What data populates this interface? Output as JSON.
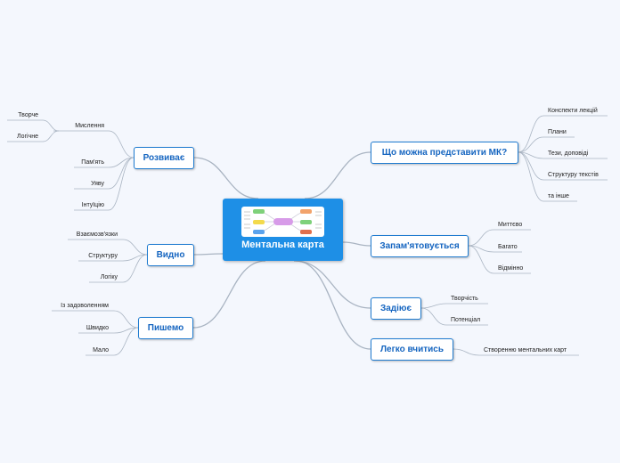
{
  "central": {
    "title": "Ментальна карта",
    "thumbnail": "mind-map-thumbnail-image"
  },
  "branches": [
    {
      "id": "rozvyvaie",
      "label": "Розвиває",
      "children": [
        {
          "label": "Мислення",
          "children": [
            {
              "label": "Творче"
            },
            {
              "label": "Логічне"
            }
          ]
        },
        {
          "label": "Пам'ять"
        },
        {
          "label": "Уяву"
        },
        {
          "label": "Інтуїцію"
        }
      ]
    },
    {
      "id": "vydno",
      "label": "Видно",
      "children": [
        {
          "label": "Взаємозв'язки"
        },
        {
          "label": "Структуру"
        },
        {
          "label": "Логіку"
        }
      ]
    },
    {
      "id": "pyshemo",
      "label": "Пишемо",
      "children": [
        {
          "label": "Із задоволенням"
        },
        {
          "label": "Швидко"
        },
        {
          "label": "Мало"
        }
      ]
    },
    {
      "id": "shcho-mozhna",
      "label": "Що можна представити  МК?",
      "children": [
        {
          "label": "Конспекти лекцій"
        },
        {
          "label": "Плани"
        },
        {
          "label": "Тези, доповіді"
        },
        {
          "label": "Структуру текстів"
        },
        {
          "label": "та інше"
        }
      ]
    },
    {
      "id": "zapamiatovuietsia",
      "label": "Запам'ятовується",
      "children": [
        {
          "label": "Миттєво"
        },
        {
          "label": "Багато"
        },
        {
          "label": "Відмінно"
        }
      ]
    },
    {
      "id": "zadiiuie",
      "label": "Задіює",
      "children": [
        {
          "label": "Творчість"
        },
        {
          "label": "Потенціал"
        }
      ]
    },
    {
      "id": "lehko-vchytys",
      "label": "Легко вчитись",
      "children": [
        {
          "label": "Створенню ментальних карт"
        }
      ]
    }
  ],
  "colors": {
    "background": "#f4f7fd",
    "central": "#1e8fe6",
    "node_border": "#1f7bd0",
    "node_text": "#1565c0",
    "connector": "#a9b4c2"
  }
}
